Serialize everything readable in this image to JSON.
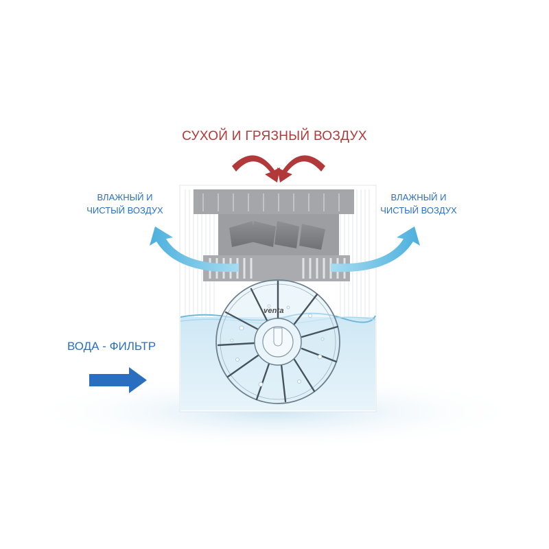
{
  "labels": {
    "top": "СУХОЙ И ГРЯЗНЫЙ ВОЗДУХ",
    "left": [
      "ВЛАЖНЫЙ И",
      "ЧИСТЫЙ ВОЗДУХ"
    ],
    "right": [
      "ВЛАЖНЫЙ И",
      "ЧИСТЫЙ ВОЗДУХ"
    ],
    "water": "ВОДА - ФИЛЬТР"
  },
  "brand": "venta",
  "colors": {
    "dry_air_arrows": "#b2393a",
    "clean_air_arrows": "#4bb0dd",
    "water_arrow": "#2a6fbf",
    "label_text": "#2a6fbf",
    "water": "#cfe8f5"
  },
  "icons": {
    "dry_air": "curved-arrow-down-icon",
    "clean_air": "curved-arrow-up-icon",
    "water": "arrow-right-icon"
  }
}
